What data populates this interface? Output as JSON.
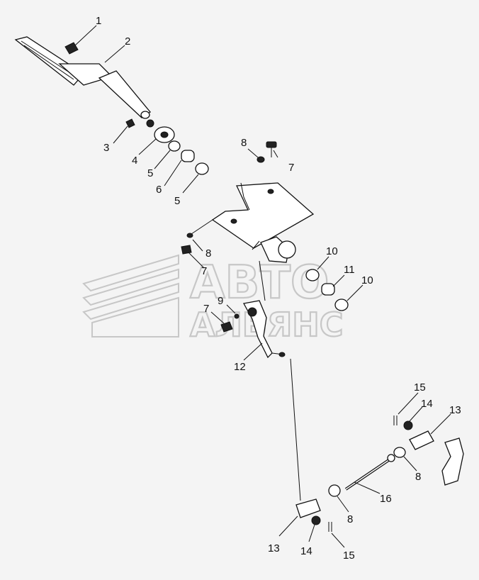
{
  "watermark": {
    "line1": "АВТО",
    "line2": "АЛЬЯНС"
  },
  "callouts": [
    {
      "id": "c1",
      "text": "1"
    },
    {
      "id": "c2",
      "text": "2"
    },
    {
      "id": "c3",
      "text": "3"
    },
    {
      "id": "c4",
      "text": "4"
    },
    {
      "id": "c5a",
      "text": "5"
    },
    {
      "id": "c6",
      "text": "6"
    },
    {
      "id": "c5b",
      "text": "5"
    },
    {
      "id": "c8a",
      "text": "8"
    },
    {
      "id": "c7a",
      "text": "7"
    },
    {
      "id": "c8b",
      "text": "8"
    },
    {
      "id": "c7b",
      "text": "7"
    },
    {
      "id": "c10a",
      "text": "10"
    },
    {
      "id": "c11",
      "text": "11"
    },
    {
      "id": "c10b",
      "text": "10"
    },
    {
      "id": "c9",
      "text": "9"
    },
    {
      "id": "c7c",
      "text": "7"
    },
    {
      "id": "c12",
      "text": "12"
    },
    {
      "id": "c15a",
      "text": "15"
    },
    {
      "id": "c14a",
      "text": "14"
    },
    {
      "id": "c13a",
      "text": "13"
    },
    {
      "id": "c8c",
      "text": "8"
    },
    {
      "id": "c16",
      "text": "16"
    },
    {
      "id": "c8d",
      "text": "8"
    },
    {
      "id": "c13b",
      "text": "13"
    },
    {
      "id": "c14b",
      "text": "14"
    },
    {
      "id": "c15b",
      "text": "15"
    }
  ]
}
